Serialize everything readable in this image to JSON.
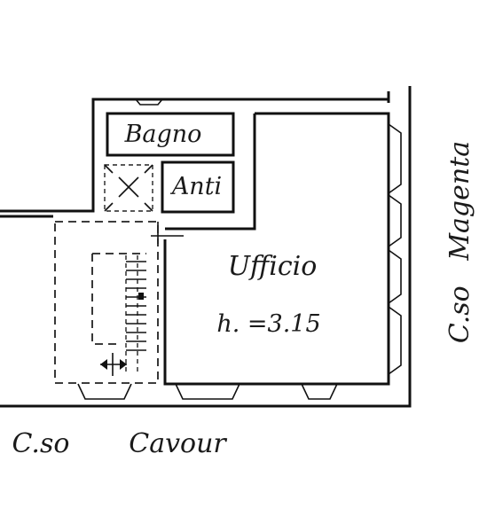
{
  "rooms": {
    "bagno": "Bagno",
    "anti": "Anti",
    "ufficio": "Ufficio",
    "height": "h. =3.15"
  },
  "streets": {
    "corso_cavour_prefix": "C.so",
    "corso_cavour_name": "Cavour",
    "corso_magenta": "C.so   Magenta"
  }
}
